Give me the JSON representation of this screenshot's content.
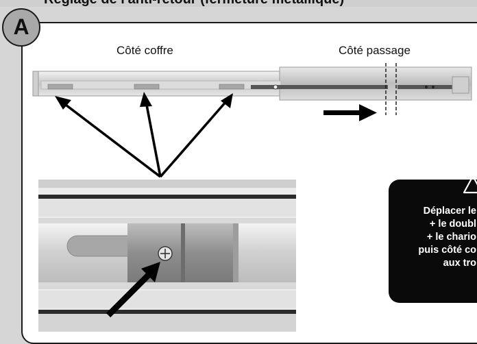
{
  "heading": {
    "title": "Réglage de l'anti-retour (fermeture métallique)"
  },
  "step": {
    "badge": "A"
  },
  "labels": {
    "side_trunk": "Côté coffre",
    "side_passage": "Côté passage"
  },
  "note": {
    "lines": [
      "Déplacer le",
      "+ le doubl",
      "+ le chario",
      "puis côté co",
      "aux tro"
    ],
    "icon": "warning-icon"
  },
  "colors": {
    "panel_border": "#1a1a1a",
    "badge_fill": "#a9a9a9",
    "note_background": "#0a0a0a",
    "arrow": "#000000"
  }
}
